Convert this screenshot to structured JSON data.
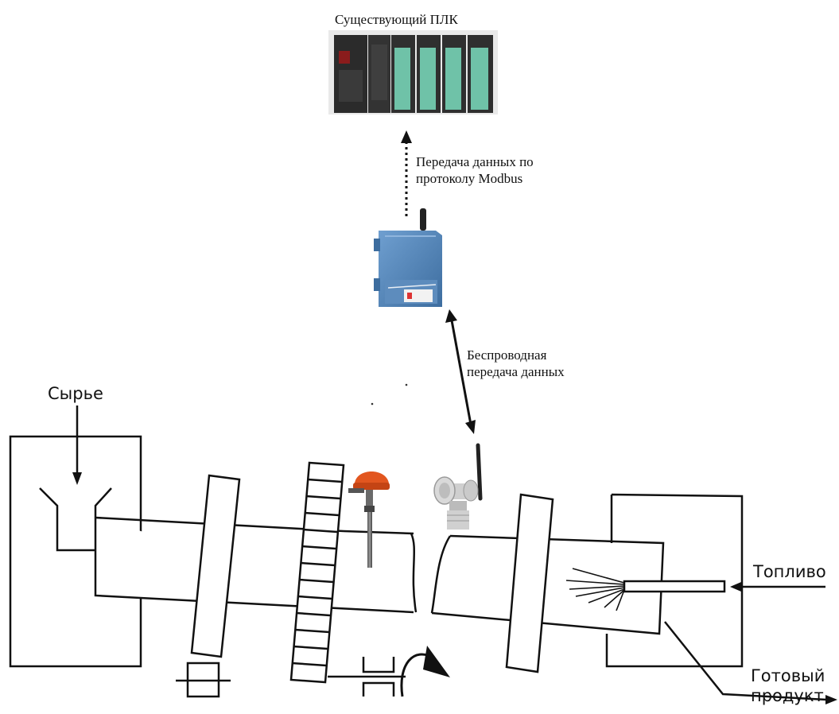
{
  "plc": {
    "label": "Существующий ПЛК"
  },
  "links": {
    "modbus": [
      "Передача данных по",
      "протоколу Modbus"
    ],
    "wireless": [
      "Беспроводная",
      "передача данных"
    ]
  },
  "kiln": {
    "raw_material": "Сырье",
    "fuel": "Топливо",
    "product": [
      "Готовый",
      "продукт"
    ]
  },
  "colors": {
    "plc_body": "#2b2b2b",
    "plc_led_panel": "#6fc2a8",
    "gateway_body": "#4a7fb5",
    "sensor_head": "#e2561f",
    "line": "#111111"
  }
}
